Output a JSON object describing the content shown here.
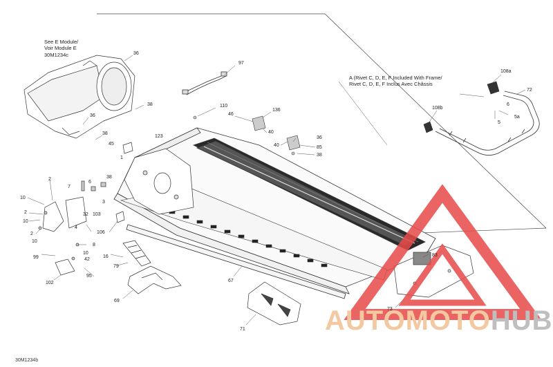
{
  "notes": {
    "see_module": [
      "See E Module/",
      "Voir Module E",
      "30M1234c"
    ],
    "rivet_note": [
      "A (Rivet C, D, E, F Included With Frame/",
      "Rivet C, D, E, F Inclus Avec Châssis"
    ]
  },
  "callouts": [
    {
      "id": "c36a",
      "text": "36"
    },
    {
      "id": "c97",
      "text": "97"
    },
    {
      "id": "c38a",
      "text": "38"
    },
    {
      "id": "c36b",
      "text": "36"
    },
    {
      "id": "c110",
      "text": "110"
    },
    {
      "id": "c46",
      "text": "46"
    },
    {
      "id": "c136",
      "text": "136"
    },
    {
      "id": "c40a",
      "text": "40"
    },
    {
      "id": "c38b",
      "text": "38"
    },
    {
      "id": "c123",
      "text": "123"
    },
    {
      "id": "c45",
      "text": "45"
    },
    {
      "id": "c1",
      "text": "1"
    },
    {
      "id": "c36c",
      "text": "36"
    },
    {
      "id": "c40b",
      "text": "40"
    },
    {
      "id": "c85",
      "text": "85"
    },
    {
      "id": "c38c",
      "text": "38"
    },
    {
      "id": "c108a",
      "text": "108a"
    },
    {
      "id": "c72",
      "text": "72"
    },
    {
      "id": "c108b",
      "text": "108b"
    },
    {
      "id": "c6",
      "text": "6"
    },
    {
      "id": "c5a",
      "text": "5a"
    },
    {
      "id": "c5",
      "text": "5"
    },
    {
      "id": "c2a",
      "text": "2"
    },
    {
      "id": "c7",
      "text": "7"
    },
    {
      "id": "c38d",
      "text": "38"
    },
    {
      "id": "c6b",
      "text": "6"
    },
    {
      "id": "c10a",
      "text": "10"
    },
    {
      "id": "c3",
      "text": "3"
    },
    {
      "id": "c2b",
      "text": "2"
    },
    {
      "id": "c10b",
      "text": "10"
    },
    {
      "id": "c32",
      "text": "32"
    },
    {
      "id": "c103",
      "text": "103"
    },
    {
      "id": "c4",
      "text": "4"
    },
    {
      "id": "c2c",
      "text": "2"
    },
    {
      "id": "c10c",
      "text": "10"
    },
    {
      "id": "c106",
      "text": "106"
    },
    {
      "id": "c8",
      "text": "8"
    },
    {
      "id": "c99",
      "text": "99"
    },
    {
      "id": "c10d",
      "text": "10"
    },
    {
      "id": "c42",
      "text": "42"
    },
    {
      "id": "c16",
      "text": "16"
    },
    {
      "id": "c79",
      "text": "79"
    },
    {
      "id": "c95",
      "text": "95"
    },
    {
      "id": "c102",
      "text": "102"
    },
    {
      "id": "c67",
      "text": "67"
    },
    {
      "id": "c83",
      "text": "83"
    },
    {
      "id": "c69",
      "text": "69"
    },
    {
      "id": "c73",
      "text": "73"
    },
    {
      "id": "c71",
      "text": "71"
    }
  ],
  "watermark": {
    "part1": "AUTOMOTO",
    "part2": "HUB",
    "color1": "#f2c9a0",
    "color2": "#bfbfbf",
    "triangle": "#e84a4a"
  },
  "footer": {
    "code": "30M1234b"
  }
}
